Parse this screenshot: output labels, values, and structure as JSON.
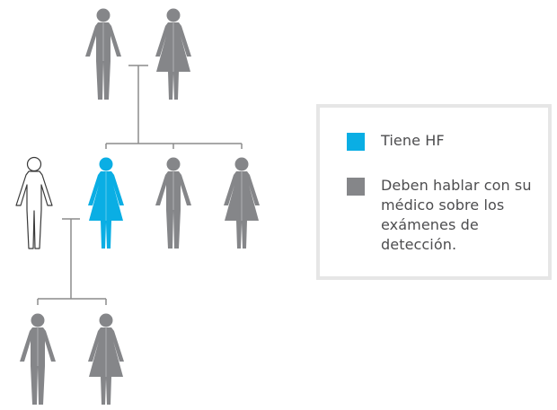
{
  "colors": {
    "affected": "#0aaee4",
    "relative": "#858689",
    "outline": "#3a3a3a",
    "line": "#8c8c8c"
  },
  "legend": {
    "items": [
      {
        "swatch_color": "#0aaee4",
        "label": "Tiene HF"
      },
      {
        "swatch_color": "#858689",
        "label": "Deben hablar con su médico sobre los exámenes de detección."
      }
    ]
  },
  "family": [
    {
      "id": "abuelo",
      "sex": "male",
      "status": "relative"
    },
    {
      "id": "abuela",
      "sex": "female",
      "status": "relative"
    },
    {
      "id": "pareja",
      "sex": "male",
      "status": "unaffected"
    },
    {
      "id": "paciente",
      "sex": "female",
      "status": "affected"
    },
    {
      "id": "hermano",
      "sex": "male",
      "status": "relative"
    },
    {
      "id": "hermana",
      "sex": "female",
      "status": "relative"
    },
    {
      "id": "hijo",
      "sex": "male",
      "status": "relative"
    },
    {
      "id": "hija",
      "sex": "female",
      "status": "relative"
    }
  ]
}
